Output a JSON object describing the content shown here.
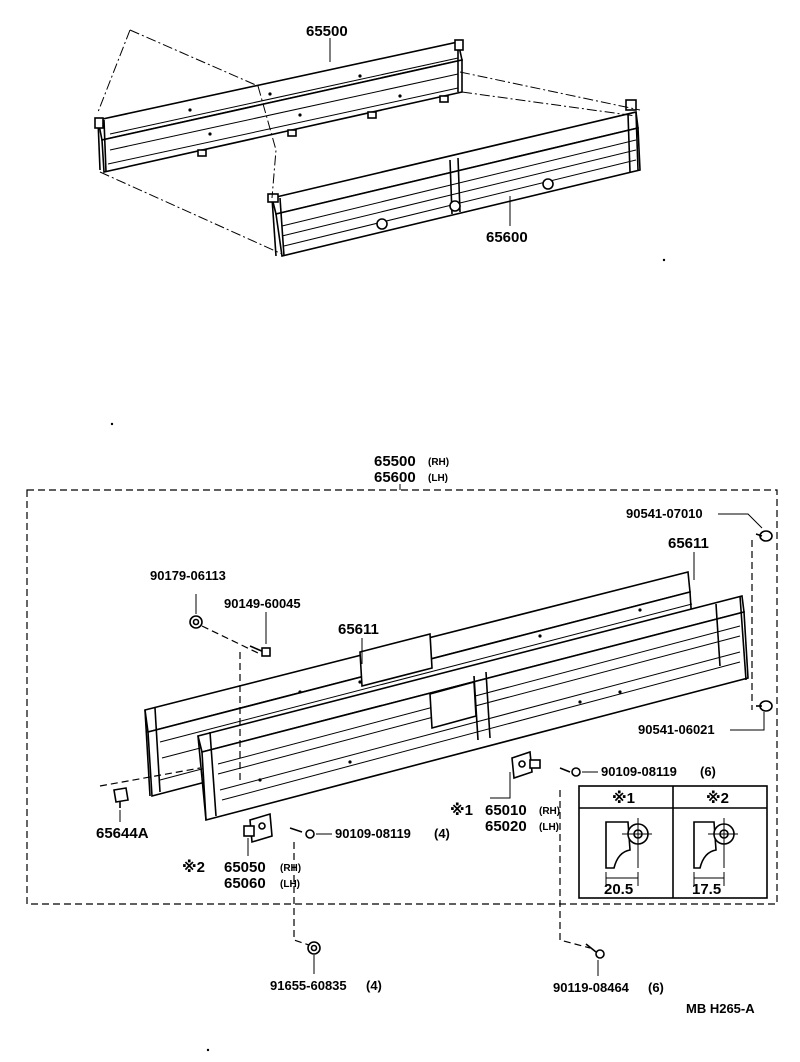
{
  "top_view": {
    "part_rh": "65500",
    "part_lh": "65600"
  },
  "detail": {
    "header_rh": "65500",
    "header_rh_side": "(RH)",
    "header_lh": "65600",
    "header_lh_side": "(LH)",
    "panel_rear": "65611",
    "panel_front": "65611",
    "clip": "65644A",
    "nut": "90179-06113",
    "bolt_top": "90149-60045",
    "stopper_top": "90541-07010",
    "stopper_bottom": "90541-06021",
    "bolt_right": "90109-08119",
    "bolt_right_qty": "(6)",
    "bolt_left": "90109-08119",
    "bolt_left_qty": "(4)",
    "hinge1_mark": "※1",
    "hinge1_rh": "65010",
    "hinge1_rh_side": "(RH)",
    "hinge1_lh": "65020",
    "hinge1_lh_side": "(LH)",
    "hinge2_mark": "※2",
    "hinge2_rh": "65050",
    "hinge2_rh_side": "(RH)",
    "hinge2_lh": "65060",
    "hinge2_lh_side": "(LH)",
    "rivet": "91655-60835",
    "rivet_qty": "(4)",
    "bolt_bottom": "90119-08464",
    "bolt_bottom_qty": "(6)",
    "inset_col1": "※1",
    "inset_col2": "※2",
    "inset_dim1": "20.5",
    "inset_dim2": "17.5"
  },
  "footer": {
    "code": "MB  H265-A"
  }
}
